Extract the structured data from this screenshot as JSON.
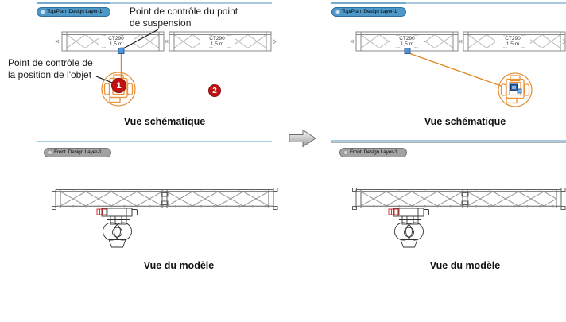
{
  "colors": {
    "panel_border": "#a9cade",
    "tab_plan_fill": "#4d98c6",
    "tab_front_fill": "#a2a2a2",
    "hoist_orange": "#e8923a",
    "control_point_blue": "#4f94d6",
    "badge_red": "#c11212"
  },
  "panels": {
    "top_left": {
      "tab": "Top/Plan  Design Layer-1",
      "caption": "Vue schématique",
      "truss_segments": [
        {
          "model": "CT290",
          "length": "1,5 m"
        },
        {
          "model": "CT290",
          "length": "1,5 m"
        }
      ]
    },
    "top_right": {
      "tab": "Top/Plan  Design Layer-1",
      "caption": "Vue schématique",
      "truss_segments": [
        {
          "model": "CT290",
          "length": "1,5 m"
        },
        {
          "model": "CT290",
          "length": "1,5 m"
        }
      ]
    },
    "bottom_left": {
      "tab": "Front  Design Layer-1",
      "caption": "Vue du modèle"
    },
    "bottom_right": {
      "tab": "Front  Design Layer-1",
      "caption": "Vue du modèle"
    }
  },
  "annotations": {
    "suspension_point": {
      "line1": "Point de contrôle du point",
      "line2": "de suspension"
    },
    "object_position": {
      "line1": "Point de contrôle de",
      "line2": "la position de l'objet"
    }
  },
  "badges": {
    "one": "1",
    "two": "2"
  }
}
